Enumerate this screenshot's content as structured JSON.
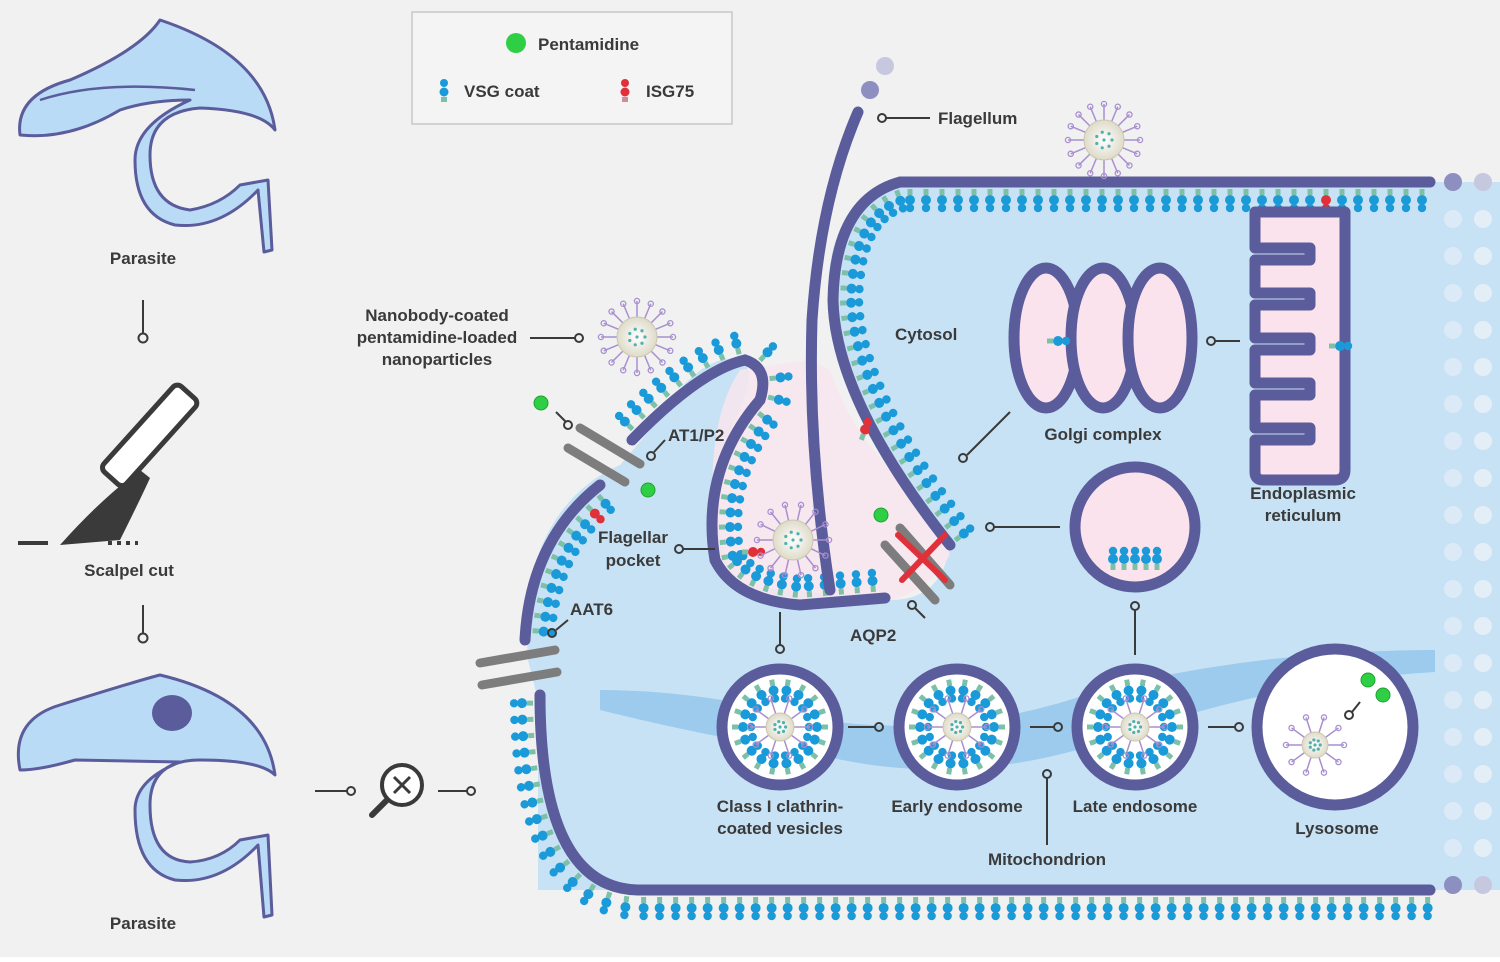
{
  "legend": {
    "pentamidine": "Pentamidine",
    "vsg_coat": "VSG coat",
    "isg75": "ISG75"
  },
  "left_panel": {
    "parasite_top": "Parasite",
    "scalpel_cut": "Scalpel cut",
    "parasite_bottom": "Parasite"
  },
  "labels": {
    "flagellum": "Flagellum",
    "cytosol": "Cytosol",
    "nanoparticles_line1": "Nanobody-coated",
    "nanoparticles_line2": "pentamidine-loaded",
    "nanoparticles_line3": "nanoparticles",
    "at1_p2": "AT1/P2",
    "flagellar_pocket_line1": "Flagellar",
    "flagellar_pocket_line2": "pocket",
    "aat6": "AAT6",
    "aqp2": "AQP2",
    "golgi": "Golgi complex",
    "er_line1": "Endoplasmic",
    "er_line2": "reticulum",
    "clathrin_line1": "Class I clathrin-",
    "clathrin_line2": "coated vesicles",
    "early_endosome": "Early endosome",
    "late_endosome": "Late endosome",
    "mitochondrion": "Mitochondrion",
    "lysosome": "Lysosome"
  },
  "colors": {
    "background": "#f1f1f1",
    "membrane": "#5b5c9b",
    "cytosol": "#c7e2f5",
    "vsg": "#1a9ad8",
    "isg75": "#e0313a",
    "pentamidine": "#2fcf45",
    "organelle_fill": "#fbe3ee",
    "mitochondrion": "#9ccbee",
    "channel": "#7d7d7d"
  },
  "icons": [
    "scalpel-icon",
    "magnifier-icon",
    "x-mark-icon"
  ]
}
